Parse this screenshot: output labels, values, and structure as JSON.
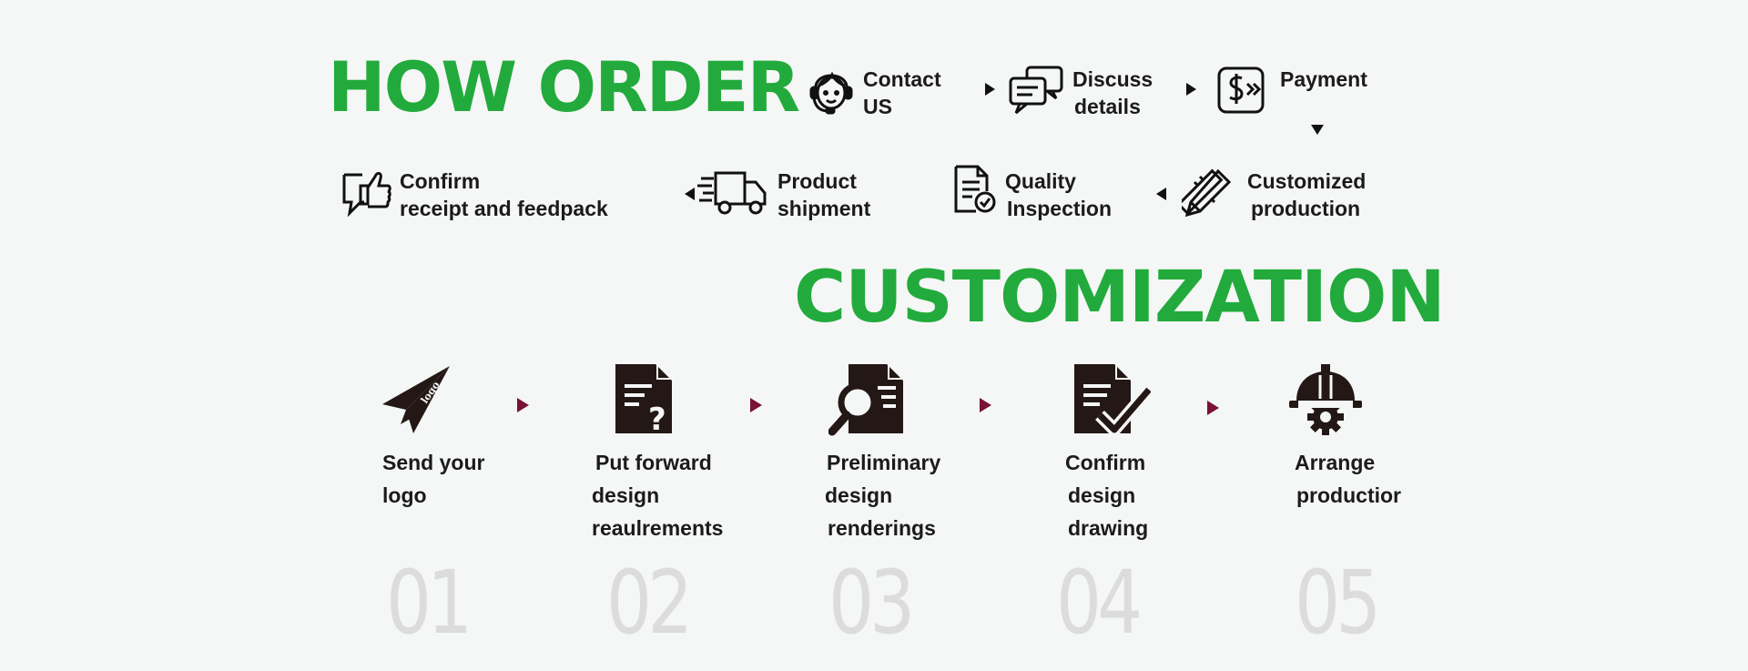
{
  "how_order": {
    "title": "HOW ORDER",
    "steps": [
      {
        "line1": "Contact",
        "line2": "US",
        "icon": "customer-service-icon"
      },
      {
        "line1": "Discuss",
        "line2": "details",
        "icon": "chat-bubbles-icon"
      },
      {
        "line1": "Payment",
        "line2": "",
        "icon": "dollar-payment-icon"
      },
      {
        "line1": "Customized",
        "line2": "production",
        "icon": "pencil-ruler-icon"
      },
      {
        "line1": "Quality",
        "line2": "Inspection",
        "icon": "document-check-icon"
      },
      {
        "line1": "Product",
        "line2": "shipment",
        "icon": "delivery-truck-icon"
      },
      {
        "line1": "Confirm",
        "line2": "receipt and feedpack",
        "icon": "thumbs-up-icon"
      }
    ]
  },
  "customization": {
    "title": "CUSTOMIZATION",
    "steps": [
      {
        "lines": [
          "Send your",
          "logo"
        ],
        "number": "01",
        "icon": "paper-plane-logo-icon"
      },
      {
        "lines": [
          "Put forward",
          "design",
          "reaulrements"
        ],
        "number": "02",
        "icon": "document-question-icon"
      },
      {
        "lines": [
          "Preliminary",
          "design",
          "renderings"
        ],
        "number": "03",
        "icon": "document-magnifier-icon"
      },
      {
        "lines": [
          "Confirm",
          "design",
          "drawing"
        ],
        "number": "04",
        "icon": "document-checkmark-icon"
      },
      {
        "lines": [
          "Arrange",
          "productior"
        ],
        "number": "05",
        "icon": "hardhat-gear-icon"
      }
    ]
  },
  "colors": {
    "heading_green": "#22ab3c",
    "arrow_maroon": "#7a1232",
    "number_gray": "#dcdcdc",
    "background": "#f5f6f6"
  }
}
